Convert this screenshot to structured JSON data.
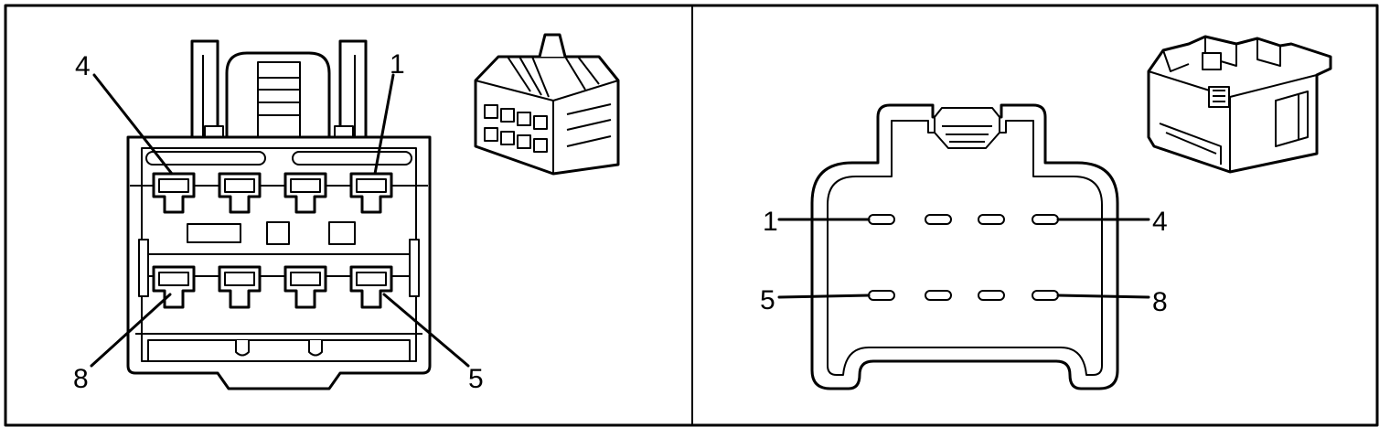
{
  "left_panel": {
    "pin_labels": [
      "4",
      "1",
      "8",
      "5"
    ]
  },
  "right_panel": {
    "pin_labels": [
      "1",
      "4",
      "5",
      "8"
    ]
  }
}
